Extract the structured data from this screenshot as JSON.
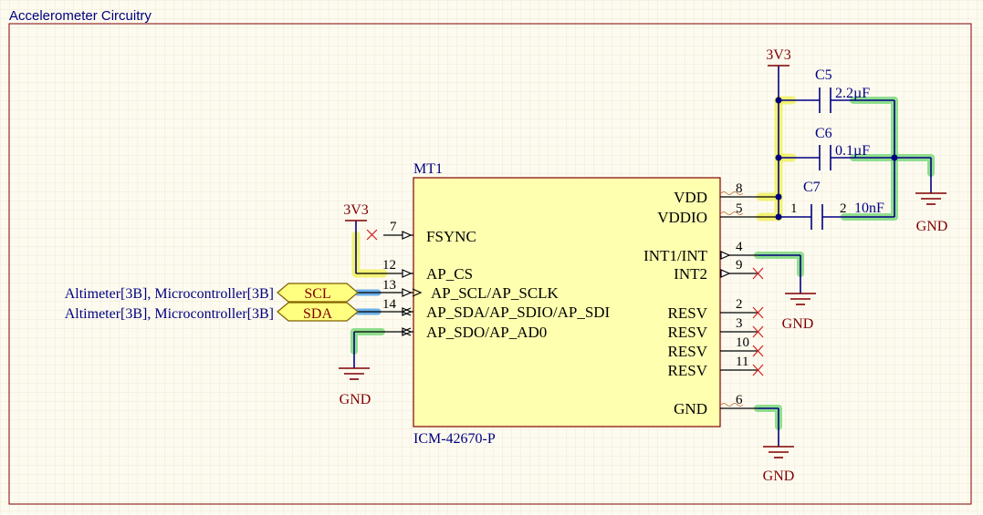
{
  "sheet": {
    "title": "Accelerometer Circuitry"
  },
  "chip": {
    "designator": "MT1",
    "part": "ICM-42670-P",
    "left_pins": [
      {
        "num": "7",
        "name": "FSYNC"
      },
      {
        "num": "12",
        "name": "AP_CS"
      },
      {
        "num": "13",
        "name": "AP_SCL/AP_SCLK"
      },
      {
        "num": "14",
        "name": "AP_SDA/AP_SDIO/AP_SDI"
      },
      {
        "num": "",
        "name": "AP_SDO/AP_AD0"
      }
    ],
    "right_pins": [
      {
        "num": "8",
        "name": "VDD"
      },
      {
        "num": "5",
        "name": "VDDIO"
      },
      {
        "num": "4",
        "name": "INT1/INT"
      },
      {
        "num": "9",
        "name": "INT2"
      },
      {
        "num": "2",
        "name": "RESV"
      },
      {
        "num": "3",
        "name": "RESV"
      },
      {
        "num": "10",
        "name": "RESV"
      },
      {
        "num": "11",
        "name": "RESV"
      },
      {
        "num": "6",
        "name": "GND"
      }
    ]
  },
  "power": {
    "top_rail": "3V3",
    "left_rail": "3V3",
    "gnd": "GND"
  },
  "caps": [
    {
      "ref": "C5",
      "value": "2.2µF"
    },
    {
      "ref": "C6",
      "value": "0.1µF"
    },
    {
      "ref": "C7",
      "value": "10nF",
      "pin1": "1",
      "pin2": "2"
    }
  ],
  "ports": [
    {
      "name": "SCL",
      "net_ref": "Altimeter[3B], Microcontroller[3B]"
    },
    {
      "name": "SDA",
      "net_ref": "Altimeter[3B], Microcontroller[3B]"
    }
  ],
  "colors": {
    "wire": "#000080",
    "power": "#800000",
    "chip_fill": "#ffffb0",
    "chip_border": "#800000",
    "yellow_highlight": "#f0f060",
    "green_highlight": "#7cd87c",
    "blue_highlight": "#5aa6e8",
    "junction": "#000080"
  }
}
